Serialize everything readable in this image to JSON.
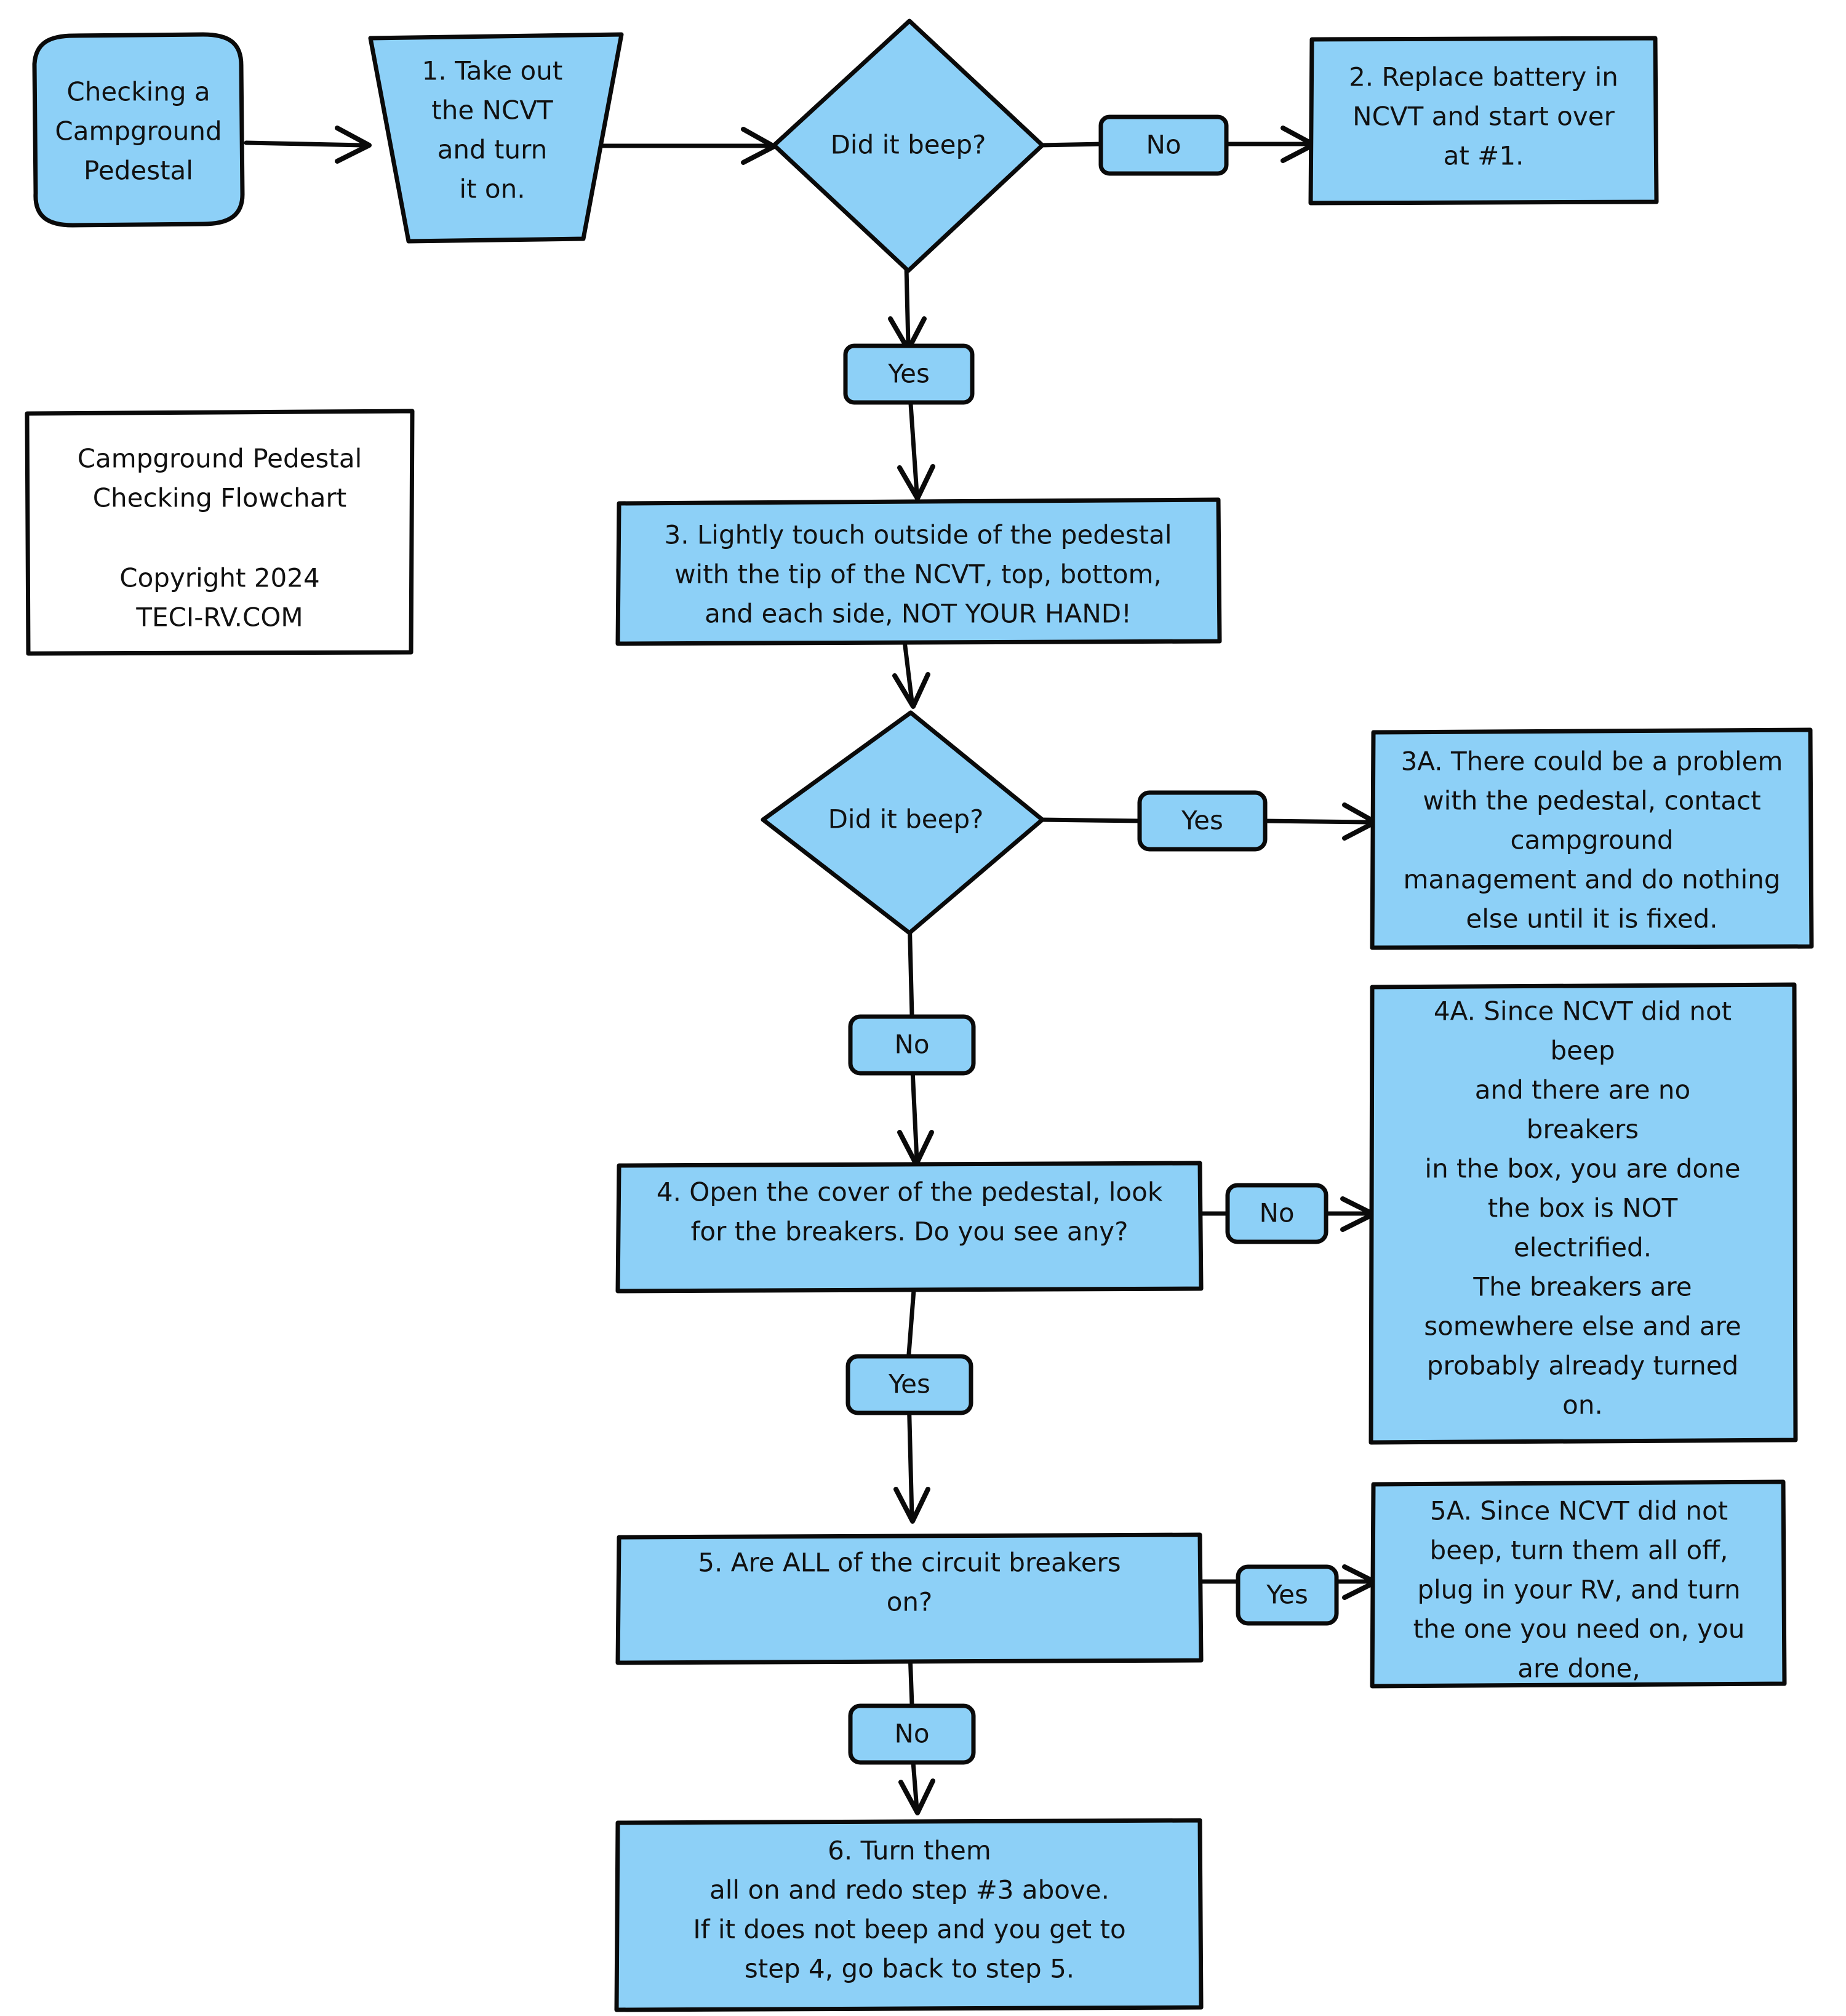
{
  "document": {
    "title": "Campground Pedestal Checking Flowchart",
    "background_color": "#ffffff",
    "node_fill_color": "#8DD0F7",
    "node_stroke_color": "#0a0a0a",
    "text_color": "#111111"
  },
  "legend": {
    "name": "legend-box",
    "line1": "Campground Pedestal",
    "line2": "Checking Flowchart",
    "line3": "",
    "line4": "Copyright 2024",
    "line5": "TECI-RV.COM"
  },
  "nodes": {
    "start": {
      "shape": "rounded-terminator",
      "lines": [
        "Checking a",
        "Campground",
        "Pedestal"
      ]
    },
    "step1": {
      "shape": "trapezoid",
      "lines": [
        "1. Take out",
        "the NCVT",
        "and turn",
        "it on."
      ]
    },
    "decision1": {
      "shape": "diamond",
      "lines": [
        "Did it beep?"
      ]
    },
    "step2": {
      "shape": "rectangle",
      "lines": [
        "2. Replace battery in",
        "NCVT and start over",
        "at #1."
      ]
    },
    "step3": {
      "shape": "rectangle",
      "lines": [
        "3.  Lightly touch outside of the pedestal",
        "with the tip of the NCVT, top, bottom,",
        "and each side, NOT YOUR HAND!"
      ]
    },
    "decision2": {
      "shape": "diamond",
      "lines": [
        "Did it beep?"
      ]
    },
    "step3a": {
      "shape": "rectangle",
      "lines": [
        "3A. There could be a problem",
        "with the pedestal, contact",
        "campground",
        "management and do nothing",
        "else until it is fixed."
      ]
    },
    "step4": {
      "shape": "rectangle",
      "lines": [
        "4. Open the cover of the pedestal, look",
        "for the breakers. Do you see any?"
      ]
    },
    "step4a": {
      "shape": "rectangle",
      "lines": [
        "4A. Since NCVT did not",
        "beep",
        "and there are no",
        "breakers",
        "in the box, you are done",
        "the box is NOT",
        "electrified.",
        "The breakers are",
        "somewhere else and are",
        "probably already turned",
        "on."
      ]
    },
    "step5": {
      "shape": "rectangle",
      "lines": [
        "5. Are ALL of the circuit breakers",
        "on?"
      ]
    },
    "step5a": {
      "shape": "rectangle",
      "lines": [
        "5A. Since NCVT did not",
        "beep, turn them all off,",
        "plug in your RV, and turn",
        "the one you need on, you",
        "are done,"
      ]
    },
    "step6": {
      "shape": "rectangle",
      "lines": [
        "6. Turn them",
        "all on and redo step #3 above.",
        "If it does not beep and you get to",
        "step 4, go back to step 5."
      ]
    }
  },
  "connector_labels": {
    "d1_no": "No",
    "d1_yes": "Yes",
    "d2_yes": "Yes",
    "d2_no": "No",
    "s4_no": "No",
    "s4_yes": "Yes",
    "s5_yes": "Yes",
    "s5_no": "No"
  }
}
